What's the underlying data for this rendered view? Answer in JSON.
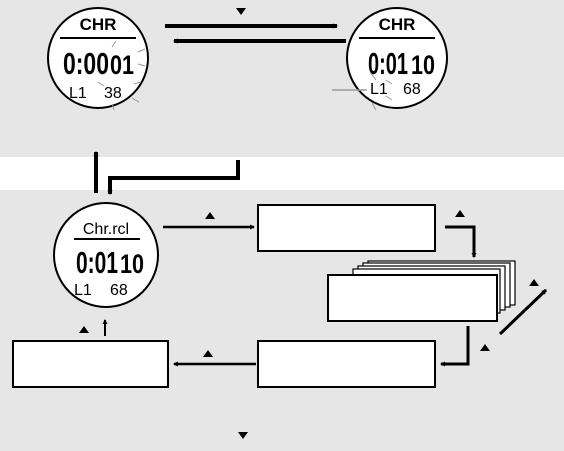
{
  "watch_top_left": {
    "mode": "CHR",
    "time": "0:00",
    "hundredths": "01",
    "lap": "L1",
    "lap_value": "38"
  },
  "watch_top_right": {
    "mode": "CHR",
    "time": "0:01",
    "hundredths": "10",
    "lap": "L1",
    "lap_value": "68"
  },
  "watch_recall": {
    "mode": "Chr.rcl",
    "time": "0:01",
    "hundredths": "10",
    "lap": "L1",
    "lap_value": "68"
  },
  "button_icons": [
    "triangle-up-icon",
    "triangle-down-icon"
  ]
}
